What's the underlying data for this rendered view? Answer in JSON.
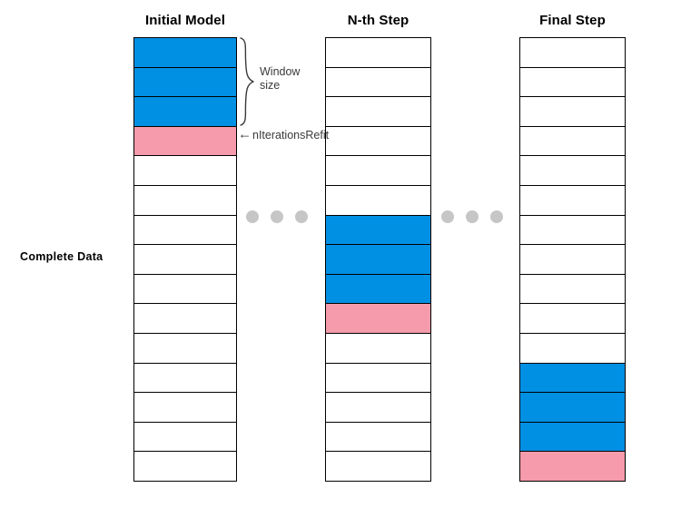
{
  "figure": {
    "side_label": "Complete Data",
    "columns": [
      {
        "title": "Initial Model",
        "cells": [
          "blue",
          "blue",
          "blue",
          "pink",
          "white",
          "white",
          "white",
          "white",
          "white",
          "white",
          "white",
          "white",
          "white",
          "white",
          "white"
        ]
      },
      {
        "title": "N-th Step",
        "cells": [
          "white",
          "white",
          "white",
          "white",
          "white",
          "white",
          "blue",
          "blue",
          "blue",
          "pink",
          "white",
          "white",
          "white",
          "white",
          "white"
        ]
      },
      {
        "title": "Final Step",
        "cells": [
          "white",
          "white",
          "white",
          "white",
          "white",
          "white",
          "white",
          "white",
          "white",
          "white",
          "white",
          "blue",
          "blue",
          "blue",
          "pink"
        ]
      }
    ],
    "annotations": {
      "window_size_label": "Window\nsize",
      "refit_arrow": "←",
      "refit_label": "nIterationsRefit"
    },
    "ellipsis": {
      "left_dots": 3,
      "right_dots": 3
    },
    "colors": {
      "blue": "#0090e3",
      "pink": "#f59bab",
      "white": "#ffffff",
      "cell_border": "#000000",
      "dot": "#c6c6c6",
      "annotation_text": "#3a3a3a",
      "title_text": "#000000"
    }
  }
}
